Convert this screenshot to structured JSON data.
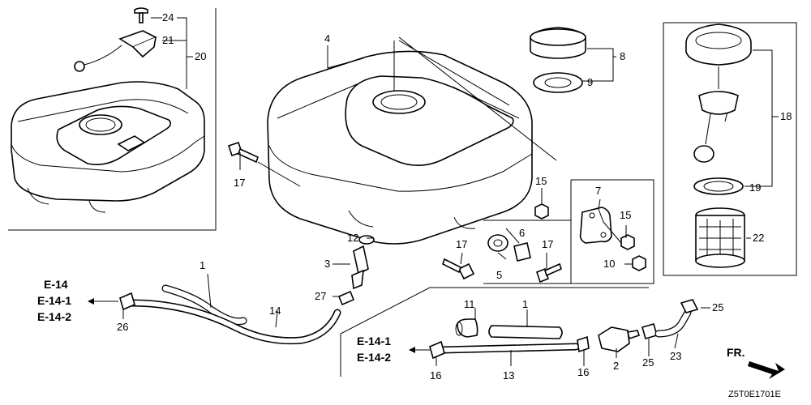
{
  "diagram": {
    "code": "Z5T0E1701E",
    "direction": "FR.",
    "refs": {
      "left": [
        "E-14",
        "E-14-1",
        "E-14-2"
      ],
      "bottom": [
        "E-14-1",
        "E-14-2"
      ]
    },
    "labels": {
      "p24": "24",
      "p21": "21",
      "p20": "20",
      "p4": "4",
      "p8": "8",
      "p9": "9",
      "p18": "18",
      "p19": "19",
      "p22": "22",
      "p17a": "17",
      "p17b": "17",
      "p17c": "17",
      "p15a": "15",
      "p15b": "15",
      "p7": "7",
      "p12": "12",
      "p3": "3",
      "p6": "6",
      "p5": "5",
      "p10": "10",
      "p1a": "1",
      "p27": "27",
      "p14": "14",
      "p26": "26",
      "p11": "11",
      "p1b": "1",
      "p25a": "25",
      "p25b": "25",
      "p23": "23",
      "p2": "2",
      "p16a": "16",
      "p16b": "16",
      "p13": "13"
    }
  }
}
